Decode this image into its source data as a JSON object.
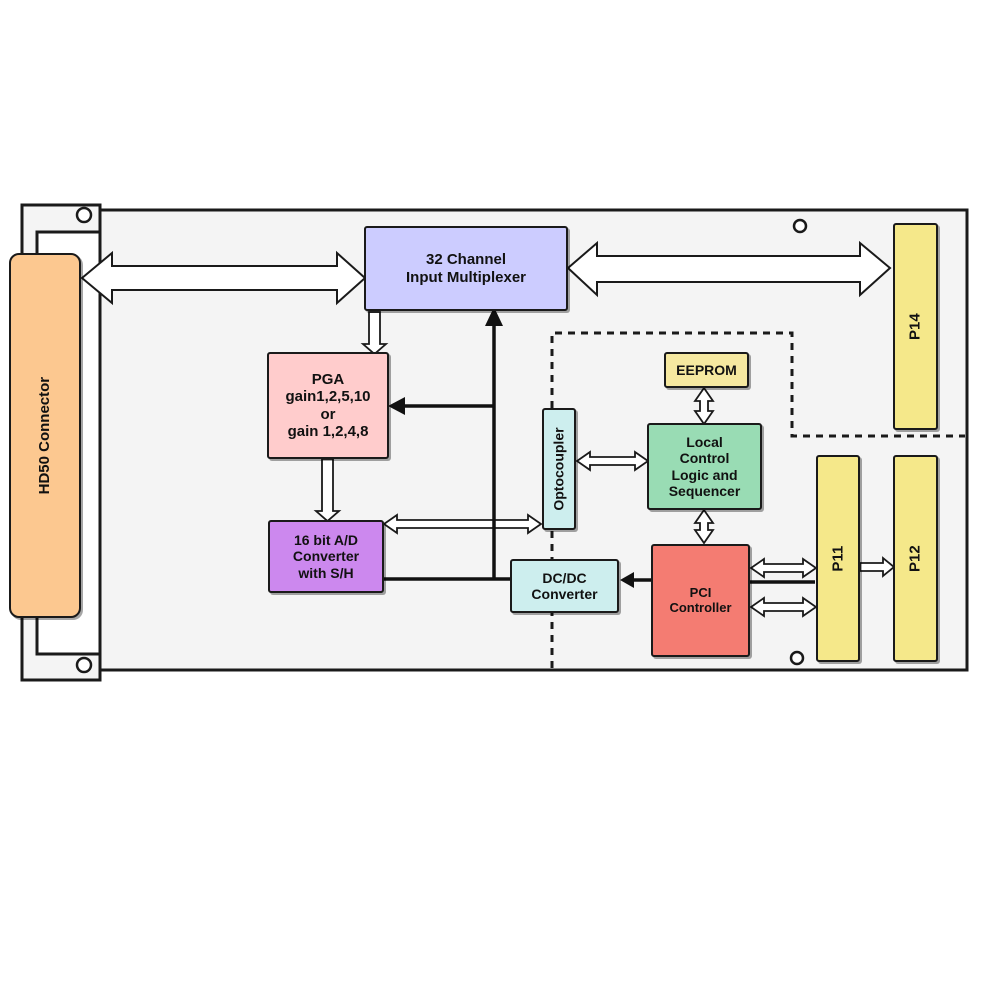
{
  "diagram": {
    "colors": {
      "board": "#f4f4f4",
      "multiplexer": "#ccccff",
      "pga": "#ffcccc",
      "adc": "#cc88ee",
      "dcdc": "#cdeeee",
      "optocoupler": "#cdeeee",
      "eeprom": "#f5e8a0",
      "local_control": "#99dcb4",
      "pci_controller": "#f47c72",
      "connector_pins": "#f5e88a",
      "hd50": "#fcc890"
    },
    "blocks": {
      "hd50": "HD50 Connector",
      "multiplexer": [
        "32 Channel",
        "Input Multiplexer"
      ],
      "pga": [
        "PGA",
        "gain1,2,5,10",
        "or",
        "gain 1,2,4,8"
      ],
      "adc": [
        "16 bit A/D",
        "Converter",
        "with S/H"
      ],
      "optocoupler": "Optocoupler",
      "dcdc": [
        "DC/DC",
        "Converter"
      ],
      "eeprom": "EEPROM",
      "local_control": [
        "Local",
        "Control",
        "Logic and",
        "Sequencer"
      ],
      "pci_controller": [
        "PCI",
        "Controller"
      ],
      "p14": "P14",
      "p11": "P11",
      "p12": "P12"
    }
  }
}
